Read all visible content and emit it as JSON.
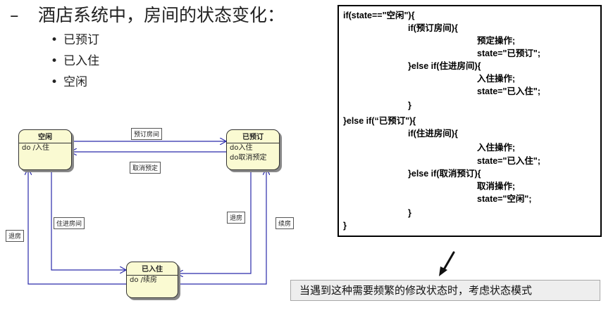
{
  "bullets": {
    "dash": "–",
    "main": "酒店系统中，房间的状态变化：",
    "dot": "•",
    "items": [
      "已预订",
      "已入住",
      "空闲"
    ]
  },
  "diagram": {
    "states": [
      {
        "title": "空闲",
        "actions": [
          "do /入住"
        ]
      },
      {
        "title": "已预订",
        "actions": [
          "do入住",
          "do取消预定"
        ]
      },
      {
        "title": "已入住",
        "actions": [
          "do /续房"
        ]
      }
    ],
    "edges": [
      "预订房间",
      "取消预定",
      "住进房间",
      "退房",
      "退房",
      "续房"
    ]
  },
  "code": [
    "if(state==\"空闲\"){",
    "if(预订房间){",
    "预定操作;",
    "state=\"已预订\";",
    "}else if(住进房间){",
    "入住操作;",
    "state=\"已入住\";",
    "}",
    "}else if(“已预订\"){",
    "if(住进房间){",
    "入住操作;",
    "state=\"已入住\";",
    "}else if(取消预订){",
    "取消操作;",
    "state=\"空闲\";",
    "}",
    "}"
  ],
  "note": "当遇到这种需要频繁的修改状态时，考虑状态模式"
}
